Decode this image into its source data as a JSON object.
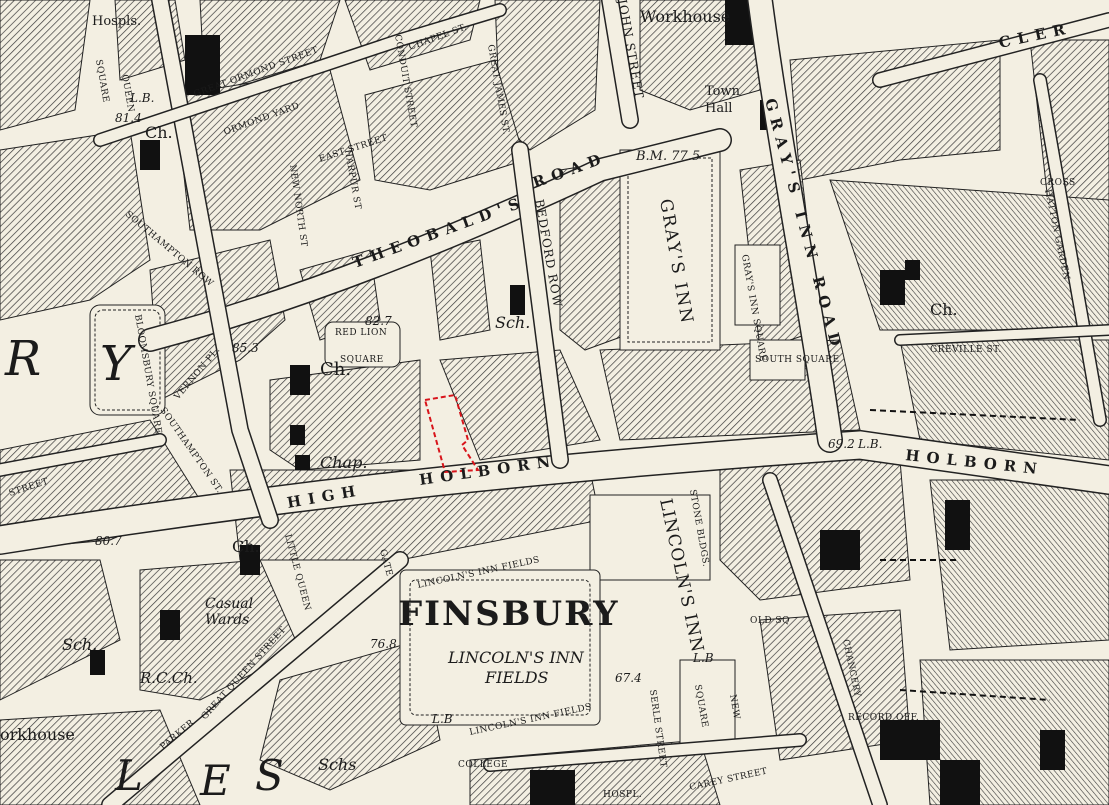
{
  "map": {
    "district_big": "FINSBURY",
    "district_fragments": {
      "left_r": "R",
      "left_y": "Y",
      "bottom_l": "L",
      "bottom_e": "E",
      "bottom_s": "S"
    },
    "roads": {
      "theobalds": "THEOBALD'S",
      "road": "ROAD",
      "high": "HIGH",
      "holborn": "HOLBORN",
      "holborn_right": "HOLBORN",
      "grays_inn_road": "GRAY'S INN ROAD",
      "bedford_row": "BEDFORD ROW",
      "john_street": "JOHN STREET",
      "clerk": "CLER",
      "harpur_st": "HARPUR ST",
      "east_st": "EAST STREET",
      "new_north_st": "NEW NORTH ST",
      "great_ormond_st": "GREAT ORMOND STREET",
      "chapel_st": "CHAPEL ST.",
      "great_james_st": "GREAT JAMES ST.",
      "conduit_st": "CONDUIT STREET",
      "southampton_row": "SOUTHAMPTON ROW",
      "southampton_st": "SOUTHAMPTON ST.",
      "vernon_pl": "VERNON PL.",
      "great_queen_st": "GREAT QUEEN STREET",
      "lincolns_inn_fields_top": "LINCOLN'S INN FIELDS",
      "lincolns_inn_fields_bottom": "LINCOLN'S INN FIELDS",
      "chancery": "CHANCERY",
      "greville_st": "GREVILLE ST.",
      "hatton_garden": "HATTON GARDEN",
      "parker": "PARKER",
      "carey_street": "CAREY STREET",
      "serle_street": "SERLE STREET",
      "street_left": "STREET",
      "little_queen": "LITTLE QUEEN",
      "gate": "GATE",
      "new": "NEW",
      "queen": "QUEEN",
      "square_queen": "SQUARE",
      "ormond_yard": "ORMOND YARD",
      "cross": "CROSS"
    },
    "places": {
      "grays_inn": "GRAY'S INN",
      "grays_inn_square": "GRAY'S INN SQUARE",
      "south_square": "SOUTH SQUARE",
      "red_lion": "RED LION",
      "square_rl": "SQUARE",
      "bloomsbury_square": "BLOOMSBURY SQUARE",
      "lincolns_inn_fields_a": "LINCOLN'S INN",
      "lincolns_inn_fields_b": "FIELDS",
      "lincolns_inn": "LINCOLN'S INN",
      "stone_bldgs": "STONE BLDGS.",
      "old_sq": "OLD SQ",
      "new_square": "SQUARE",
      "record_off": "RECORD OFF.",
      "college": "COLLEGE",
      "hospl_bottom": "HOSPL.",
      "hospls_top": "Hospls.",
      "workhouse_top": "Workhouse",
      "workhouse_bottom": "orkhouse",
      "town": "Town",
      "hall": "Hall",
      "sch1": "Sch.",
      "sch2": "Sch.",
      "schs": "Schs",
      "chap": "Chap.",
      "ch1": "Ch.",
      "ch2": "Ch.",
      "ch3": "Ch.",
      "ch4": "Ch.",
      "rcch": "R.C.Ch.",
      "casual": "Casual",
      "wards": "Wards"
    },
    "benchmarks": {
      "bm": "B.M. 77.5",
      "lb_814": "L.B.",
      "v814": "81.4",
      "v853": "85.3",
      "v827": "82.7",
      "v807": "80.7",
      "v692": "69.2",
      "lb_692": "L.B.",
      "v768": "76.8",
      "v674": "67.4",
      "lb_a": "L.B",
      "lb_b": "L.B"
    },
    "colors": {
      "paper": "#f3efe2",
      "ink": "#1b1b1b",
      "highlight": "#d8141b"
    }
  }
}
